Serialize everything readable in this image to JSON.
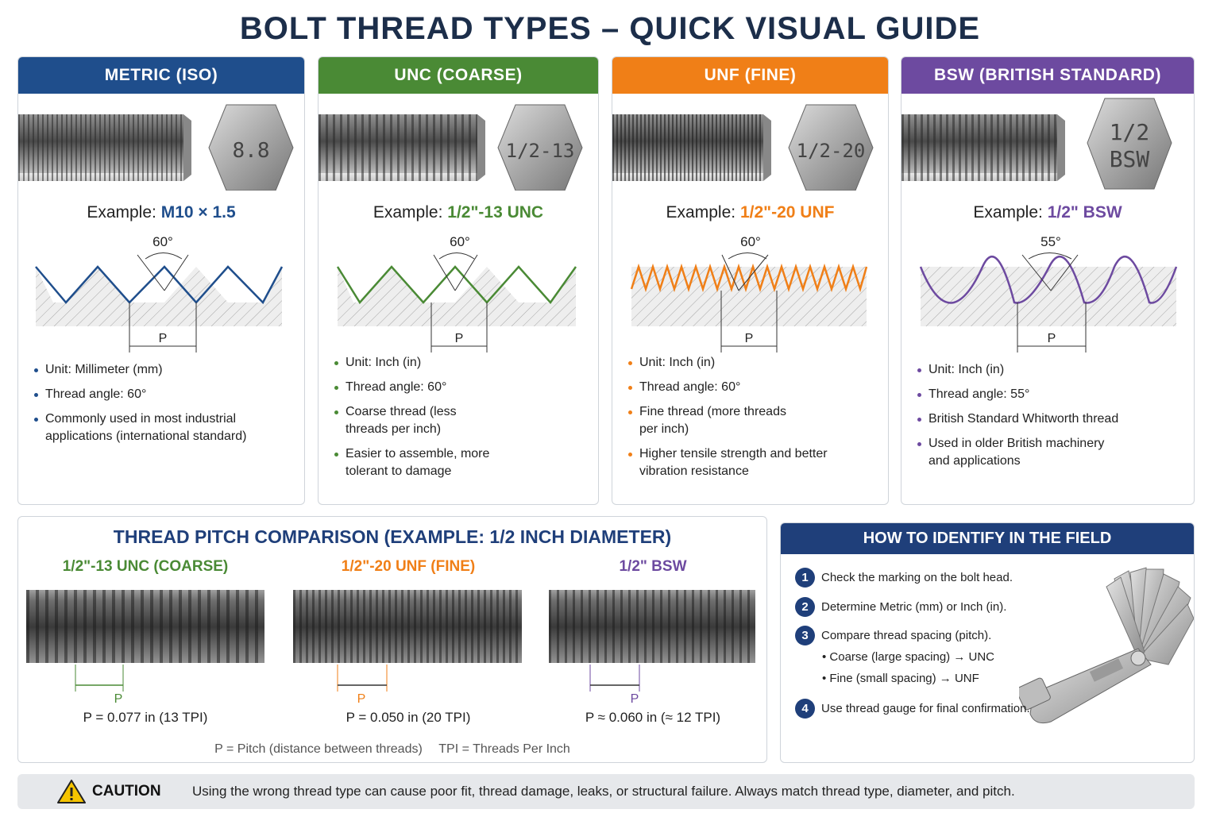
{
  "title": "BOLT THREAD TYPES – QUICK VISUAL GUIDE",
  "cards": [
    {
      "header": "METRIC (ISO)",
      "color": "#1f4e8c",
      "head_marking": "8.8",
      "example_label": "Example:",
      "example_value": "M10 × 1.5",
      "angle": "60°",
      "pitch_label": "P",
      "bullets": [
        "Unit: Millimeter (mm)",
        "Thread angle: 60°",
        "Commonly used in most industrial applications (international standard)"
      ]
    },
    {
      "header": "UNC (COARSE)",
      "color": "#4a8a35",
      "head_marking": "1/2-13",
      "example_label": "Example:",
      "example_value": "1/2\"-13 UNC",
      "angle": "60°",
      "pitch_label": "P",
      "bullets": [
        "Unit: Inch (in)",
        "Thread angle: 60°",
        "Coarse thread (less threads per inch)",
        "Easier to assemble, more tolerant to damage"
      ]
    },
    {
      "header": "UNF (FINE)",
      "color": "#f07f17",
      "head_marking": "1/2-20",
      "example_label": "Example:",
      "example_value": "1/2\"-20 UNF",
      "angle": "60°",
      "pitch_label": "P",
      "bullets": [
        "Unit: Inch (in)",
        "Thread angle: 60°",
        "Fine thread (more threads per inch)",
        "Higher tensile strength and better vibration resistance"
      ]
    },
    {
      "header": "BSW (BRITISH STANDARD)",
      "color": "#6d4aa0",
      "head_marking": "1/2 BSW",
      "head_marking_line1": "1/2",
      "head_marking_line2": "BSW",
      "example_label": "Example:",
      "example_value": "1/2\" BSW",
      "angle": "55°",
      "pitch_label": "P",
      "bullets": [
        "Unit: Inch (in)",
        "Thread angle: 55°",
        "British Standard Whitworth thread",
        "Used in older British machinery and applications"
      ]
    }
  ],
  "pitch_comparison": {
    "title": "THREAD PITCH COMPARISON (EXAMPLE: 1/2 INCH DIAMETER)",
    "items": [
      {
        "title": "1/2\"-13 UNC (COARSE)",
        "color": "#4a8a35",
        "pitch_label": "P",
        "value": "P = 0.077 in (13 TPI)"
      },
      {
        "title": "1/2\"-20 UNF (FINE)",
        "color": "#f07f17",
        "pitch_label": "P",
        "value": "P = 0.050 in (20 TPI)"
      },
      {
        "title": "1/2\" BSW",
        "color": "#6d4aa0",
        "pitch_label": "P",
        "value": "P ≈ 0.060 in (≈ 12 TPI)"
      }
    ],
    "note_pitch": "P = Pitch (distance between threads)",
    "note_tpi": "TPI = Threads Per Inch"
  },
  "identify": {
    "title": "HOW TO IDENTIFY IN THE FIELD",
    "steps": [
      {
        "num": "1",
        "text": "Check the marking on the bolt head."
      },
      {
        "num": "2",
        "text": "Determine Metric (mm) or Inch (in)."
      },
      {
        "num": "3",
        "text": "Compare thread spacing (pitch)."
      },
      {
        "num": "4",
        "text": "Use thread gauge for final confirmation."
      }
    ],
    "sub_items": [
      "• Coarse (large spacing) → UNC",
      "• Fine (small spacing) → UNF"
    ]
  },
  "caution": {
    "label": "CAUTION",
    "text": "Using the wrong thread type can cause poor fit, thread damage, leaks, or structural failure. Always match thread type, diameter, and pitch."
  },
  "icons": [
    "warning-icon",
    "thread-gauge-icon"
  ]
}
